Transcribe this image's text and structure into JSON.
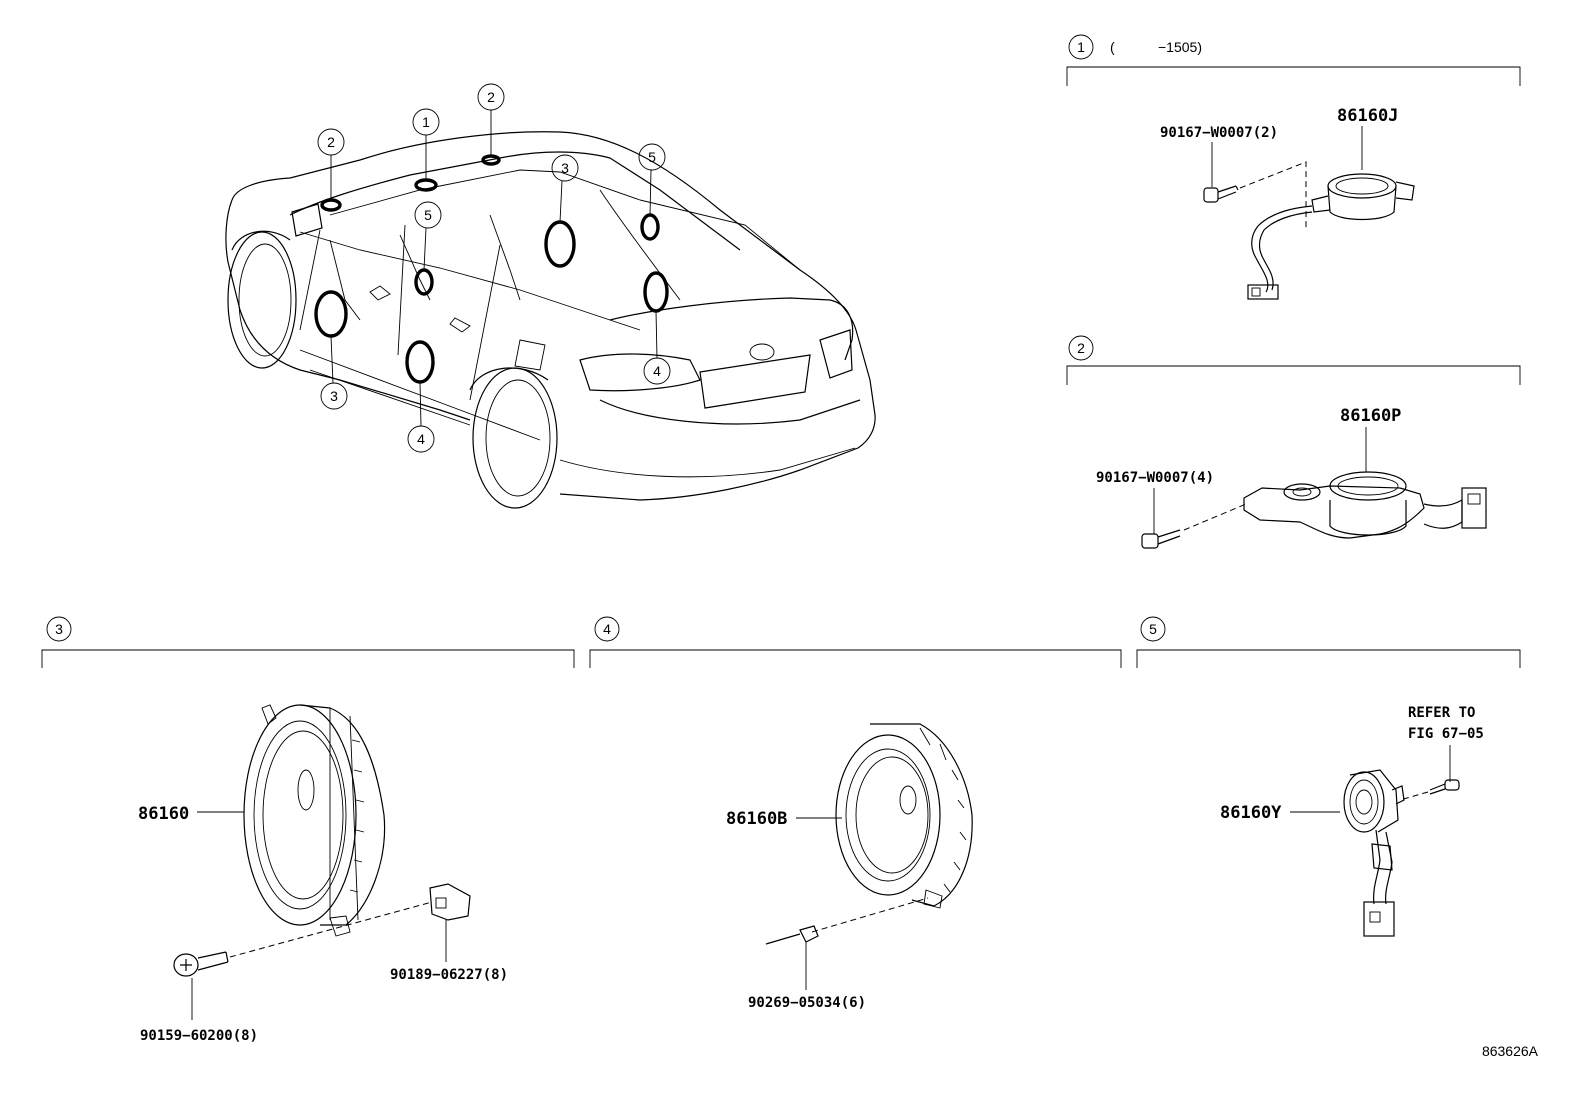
{
  "callouts": {
    "c1": "1",
    "c2": "2",
    "c3": "3",
    "c4": "4",
    "c5": "5"
  },
  "group1": {
    "range_open": "(",
    "range_end": "−1505)",
    "part_main": "86160J",
    "part_screw": "90167−W0007(2)"
  },
  "group2": {
    "part_main": "86160P",
    "part_screw": "90167−W0007(4)"
  },
  "group3": {
    "part_main": "86160",
    "part_clip": "90189−06227(8)",
    "part_screw": "90159−60200(8)"
  },
  "group4": {
    "part_main": "86160B",
    "part_rivet": "90269−05034(6)"
  },
  "group5": {
    "part_main": "86160Y",
    "refer_line1": "REFER TO",
    "refer_line2": "FIG 67−05"
  },
  "diagram_id": "863626A"
}
